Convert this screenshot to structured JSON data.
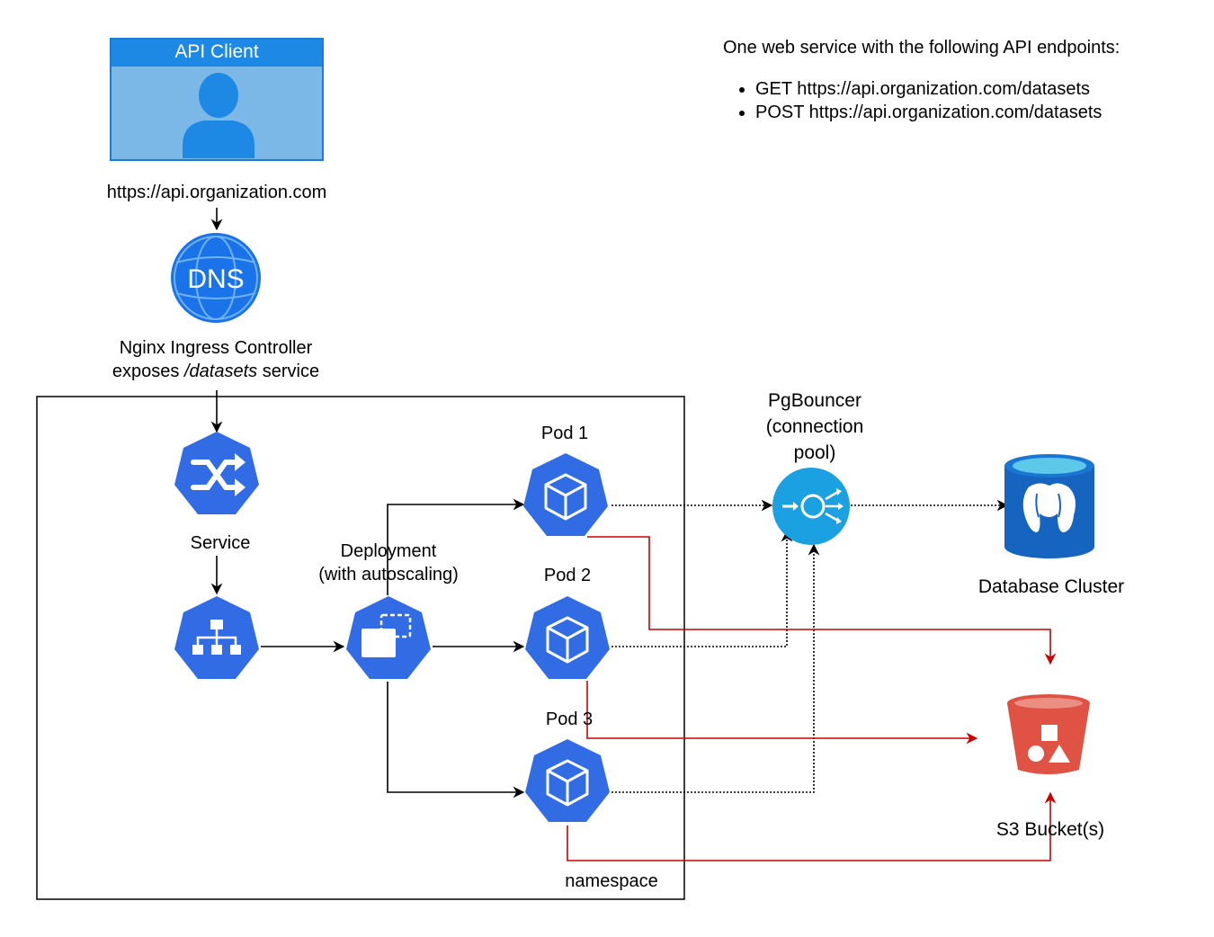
{
  "client": {
    "title": "API Client"
  },
  "labels": {
    "url": "https://api.organization.com",
    "ingress_line1": "Nginx Ingress Controller",
    "ingress_line2_prefix": "exposes ",
    "ingress_line2_em": "/datasets",
    "ingress_line2_suffix": " service",
    "service": "Service",
    "deployment_line1": "Deployment",
    "deployment_line2": "(with autoscaling)",
    "pod1": "Pod 1",
    "pod2": "Pod 2",
    "pod3": "Pod 3",
    "namespace": "namespace",
    "pgbouncer_line1": "PgBouncer",
    "pgbouncer_line2": "(connection",
    "pgbouncer_line3": "pool)",
    "database": "Database Cluster",
    "s3": "S3 Bucket(s)",
    "dns": "DNS"
  },
  "note": {
    "heading": "One web service with the following API endpoints:",
    "endpoints": [
      "GET https://api.organization.com/datasets",
      "POST https://api.organization.com/datasets"
    ]
  },
  "icons": {
    "user": "user-icon",
    "dns": "dns-globe-icon",
    "service": "k8s-service-shuffle-icon",
    "ingress": "k8s-ingress-hierarchy-icon",
    "deployment": "k8s-deployment-icon",
    "pod": "k8s-pod-cube-icon",
    "pgbouncer": "connection-pool-icon",
    "database": "postgres-database-icon",
    "s3": "s3-bucket-icon"
  },
  "colors": {
    "k8s_blue": "#326ce5",
    "client_header": "#1e88e5",
    "client_body": "#7bb8e8",
    "dns_blue": "#1a73e8",
    "pgbouncer_blue": "#1ba1e2",
    "db_blue": "#1565c0",
    "db_top": "#5ec8e8",
    "s3_red": "#e05243",
    "red_line": "#cc0000"
  }
}
